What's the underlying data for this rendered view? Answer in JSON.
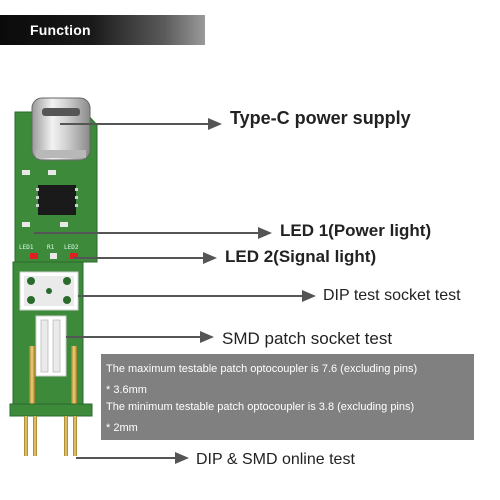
{
  "header": {
    "title": "Function"
  },
  "labels": {
    "typec": "Type-C power supply",
    "led1": "LED 1(Power light)",
    "led2": "LED 2(Signal light)",
    "dip_socket": "DIP test socket test",
    "smd_socket": "SMD patch socket test",
    "online": "DIP & SMD online test"
  },
  "board": {
    "silkscreen": {
      "led1": "LED1",
      "r1": "R1",
      "led2": "LED2"
    }
  },
  "info": {
    "line1": "The maximum testable patch optocoupler is 7.6 (excluding pins)",
    "line2": "* 3.6mm",
    "line3": "The minimum testable patch optocoupler is 3.8 (excluding pins)",
    "line4": "* 2mm"
  },
  "colors": {
    "pcb_green": "#3d8a3b",
    "pcb_dark": "#2a6a2c",
    "led_red": "#e02020",
    "info_bg": "#808080",
    "pin_gold": "#c9a33a"
  }
}
